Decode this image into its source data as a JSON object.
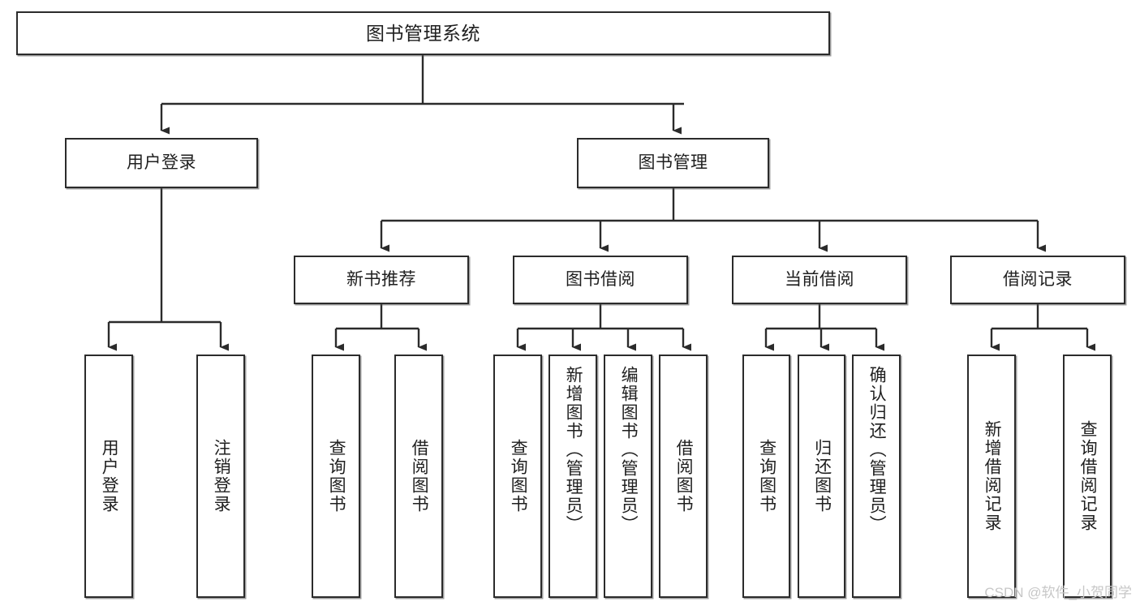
{
  "diagram": {
    "type": "tree-hierarchy-chart",
    "title": "图书管理系统",
    "watermark": "CSDN @软件_小贺同学",
    "colors": {
      "background": "#ffffff",
      "box_border": "#2b2b2b",
      "box_fill": "#ffffff",
      "connector": "#2b2b2b",
      "text": "#1f1f1f",
      "watermark": "#c7c7c7"
    },
    "root": {
      "id": "root",
      "label": "图书管理系统"
    },
    "level2": [
      {
        "id": "user-login",
        "label": "用户登录"
      },
      {
        "id": "book-management",
        "label": "图书管理"
      }
    ],
    "level3": [
      {
        "id": "new-book-recommend",
        "label": "新书推荐",
        "parent": "book-management"
      },
      {
        "id": "book-borrow",
        "label": "图书借阅",
        "parent": "book-management"
      },
      {
        "id": "current-borrow",
        "label": "当前借阅",
        "parent": "book-management"
      },
      {
        "id": "borrow-record",
        "label": "借阅记录",
        "parent": "book-management"
      }
    ],
    "leaves": {
      "user-login": [
        {
          "id": "leaf-user-login",
          "label": "用户登录"
        },
        {
          "id": "leaf-user-logout",
          "label": "注销登录"
        }
      ],
      "new-book-recommend": [
        {
          "id": "leaf-query-book-1",
          "label": "查询图书"
        },
        {
          "id": "leaf-borrow-book-1",
          "label": "借阅图书"
        }
      ],
      "book-borrow": [
        {
          "id": "leaf-query-book-2",
          "label": "查询图书"
        },
        {
          "id": "leaf-add-book",
          "label": "新增图书（管理员）"
        },
        {
          "id": "leaf-edit-book",
          "label": "编辑图书（管理员）"
        },
        {
          "id": "leaf-borrow-book-2",
          "label": "借阅图书"
        }
      ],
      "current-borrow": [
        {
          "id": "leaf-query-book-3",
          "label": "查询图书"
        },
        {
          "id": "leaf-return-book",
          "label": "归还图书"
        },
        {
          "id": "leaf-confirm-return",
          "label": "确认归还（管理员）"
        }
      ],
      "borrow-record": [
        {
          "id": "leaf-add-record",
          "label": "新增借阅记录"
        },
        {
          "id": "leaf-query-record",
          "label": "查询借阅记录"
        }
      ]
    }
  }
}
